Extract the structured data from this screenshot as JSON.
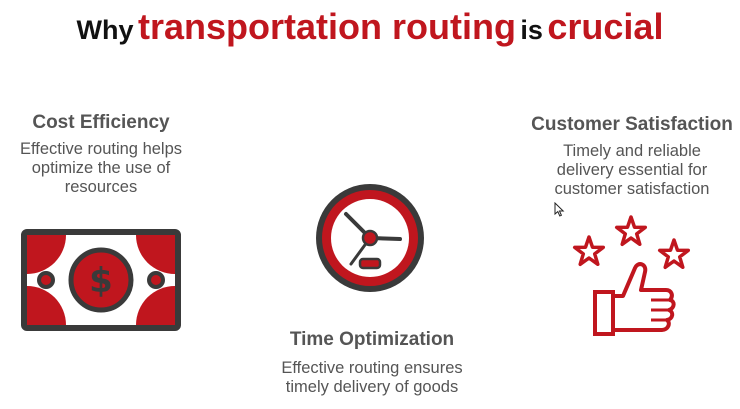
{
  "title": {
    "part1": "Why",
    "part2": "transportation routing",
    "part3": "is",
    "part4": "crucial"
  },
  "sections": {
    "cost": {
      "heading": "Cost Efficiency",
      "desc": [
        "Effective routing helps",
        "optimize the use of",
        "resources"
      ],
      "icon": "money-bill-icon"
    },
    "customer": {
      "heading": "Customer Satisfaction",
      "desc": [
        "Timely and reliable",
        "delivery essential for",
        "customer satisfaction"
      ],
      "icon": "thumbs-up-stars-icon"
    },
    "time": {
      "heading": "Time Optimization",
      "desc": [
        "Effective routing ensures",
        "timely delivery of goods"
      ],
      "icon": "clock-icon"
    }
  },
  "colors": {
    "accent": "#c0161e",
    "dark": "#3a3a3a",
    "text": "#555555",
    "currency_symbol": "$"
  }
}
